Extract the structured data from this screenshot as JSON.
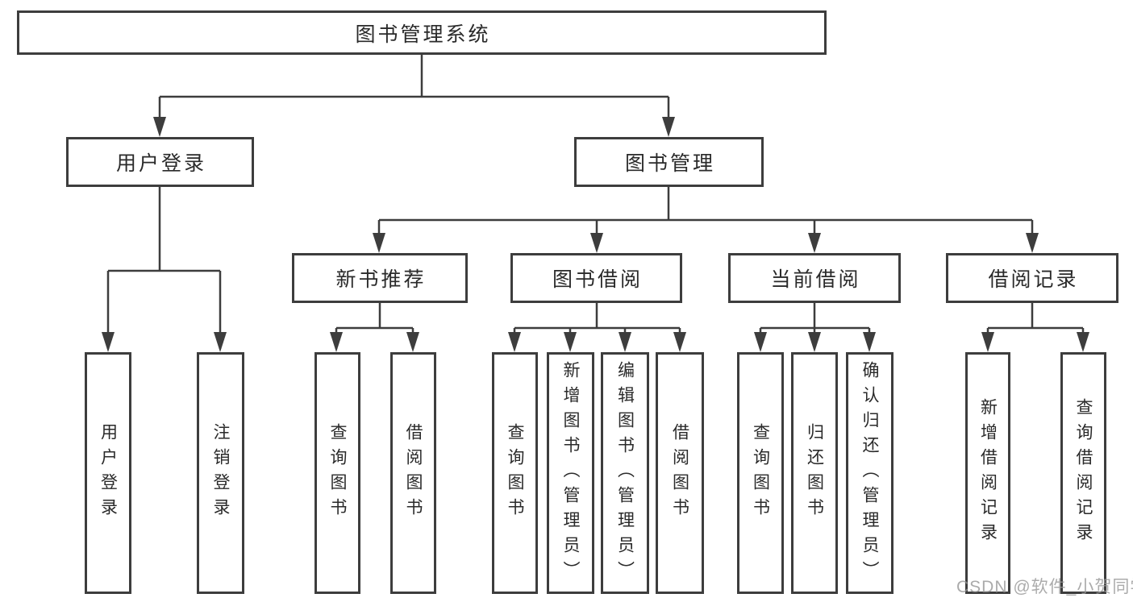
{
  "diagram": {
    "root": {
      "label": "图书管理系统"
    },
    "level2": [
      {
        "label": "用户登录"
      },
      {
        "label": "图书管理"
      }
    ],
    "level3": [
      {
        "label": "新书推荐"
      },
      {
        "label": "图书借阅"
      },
      {
        "label": "当前借阅"
      },
      {
        "label": "借阅记录"
      }
    ],
    "leaves": [
      {
        "label": "用户登录"
      },
      {
        "label": "注销登录"
      },
      {
        "label": "查询图书"
      },
      {
        "label": "借阅图书"
      },
      {
        "label": "查询图书"
      },
      {
        "label": "新增图书（管理员）"
      },
      {
        "label": "编辑图书（管理员）"
      },
      {
        "label": "借阅图书"
      },
      {
        "label": "查询图书"
      },
      {
        "label": "归还图书"
      },
      {
        "label": "确认归还（管理员）"
      },
      {
        "label": "新增借阅记录"
      },
      {
        "label": "查询借阅记录"
      }
    ]
  },
  "watermark": {
    "text": "CSDN @软件_小贺同学"
  },
  "colors": {
    "line": "#3d3d3d",
    "text": "#2a2a2a",
    "background": "#ffffff",
    "watermark": "rgba(150,150,150,0.8)"
  }
}
